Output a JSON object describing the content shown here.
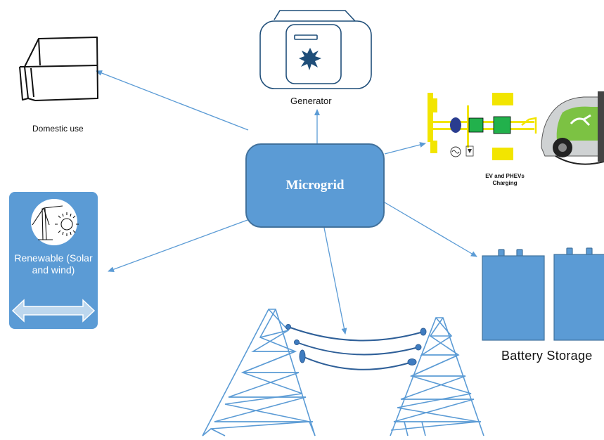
{
  "hub": {
    "label": "Microgrid"
  },
  "nodes": {
    "domestic": "Domestic use",
    "generator": "Generator",
    "ev": "EV and PHEVs Charging",
    "renewable": "Renewable (Solar and wind)",
    "battery": "Battery Storage"
  },
  "colors": {
    "hub_fill": "#5b9bd5",
    "hub_border": "#41719c",
    "connector": "#5b9bd5",
    "tower": "#5b9bd5",
    "ev_yellow": "#f2e500",
    "ev_green": "#22b14c"
  },
  "icons": [
    "house-icon",
    "generator-icon",
    "ev-charging-icon",
    "wind-turbine-icon",
    "sun-icon",
    "transmission-tower-icon",
    "battery-icon"
  ]
}
